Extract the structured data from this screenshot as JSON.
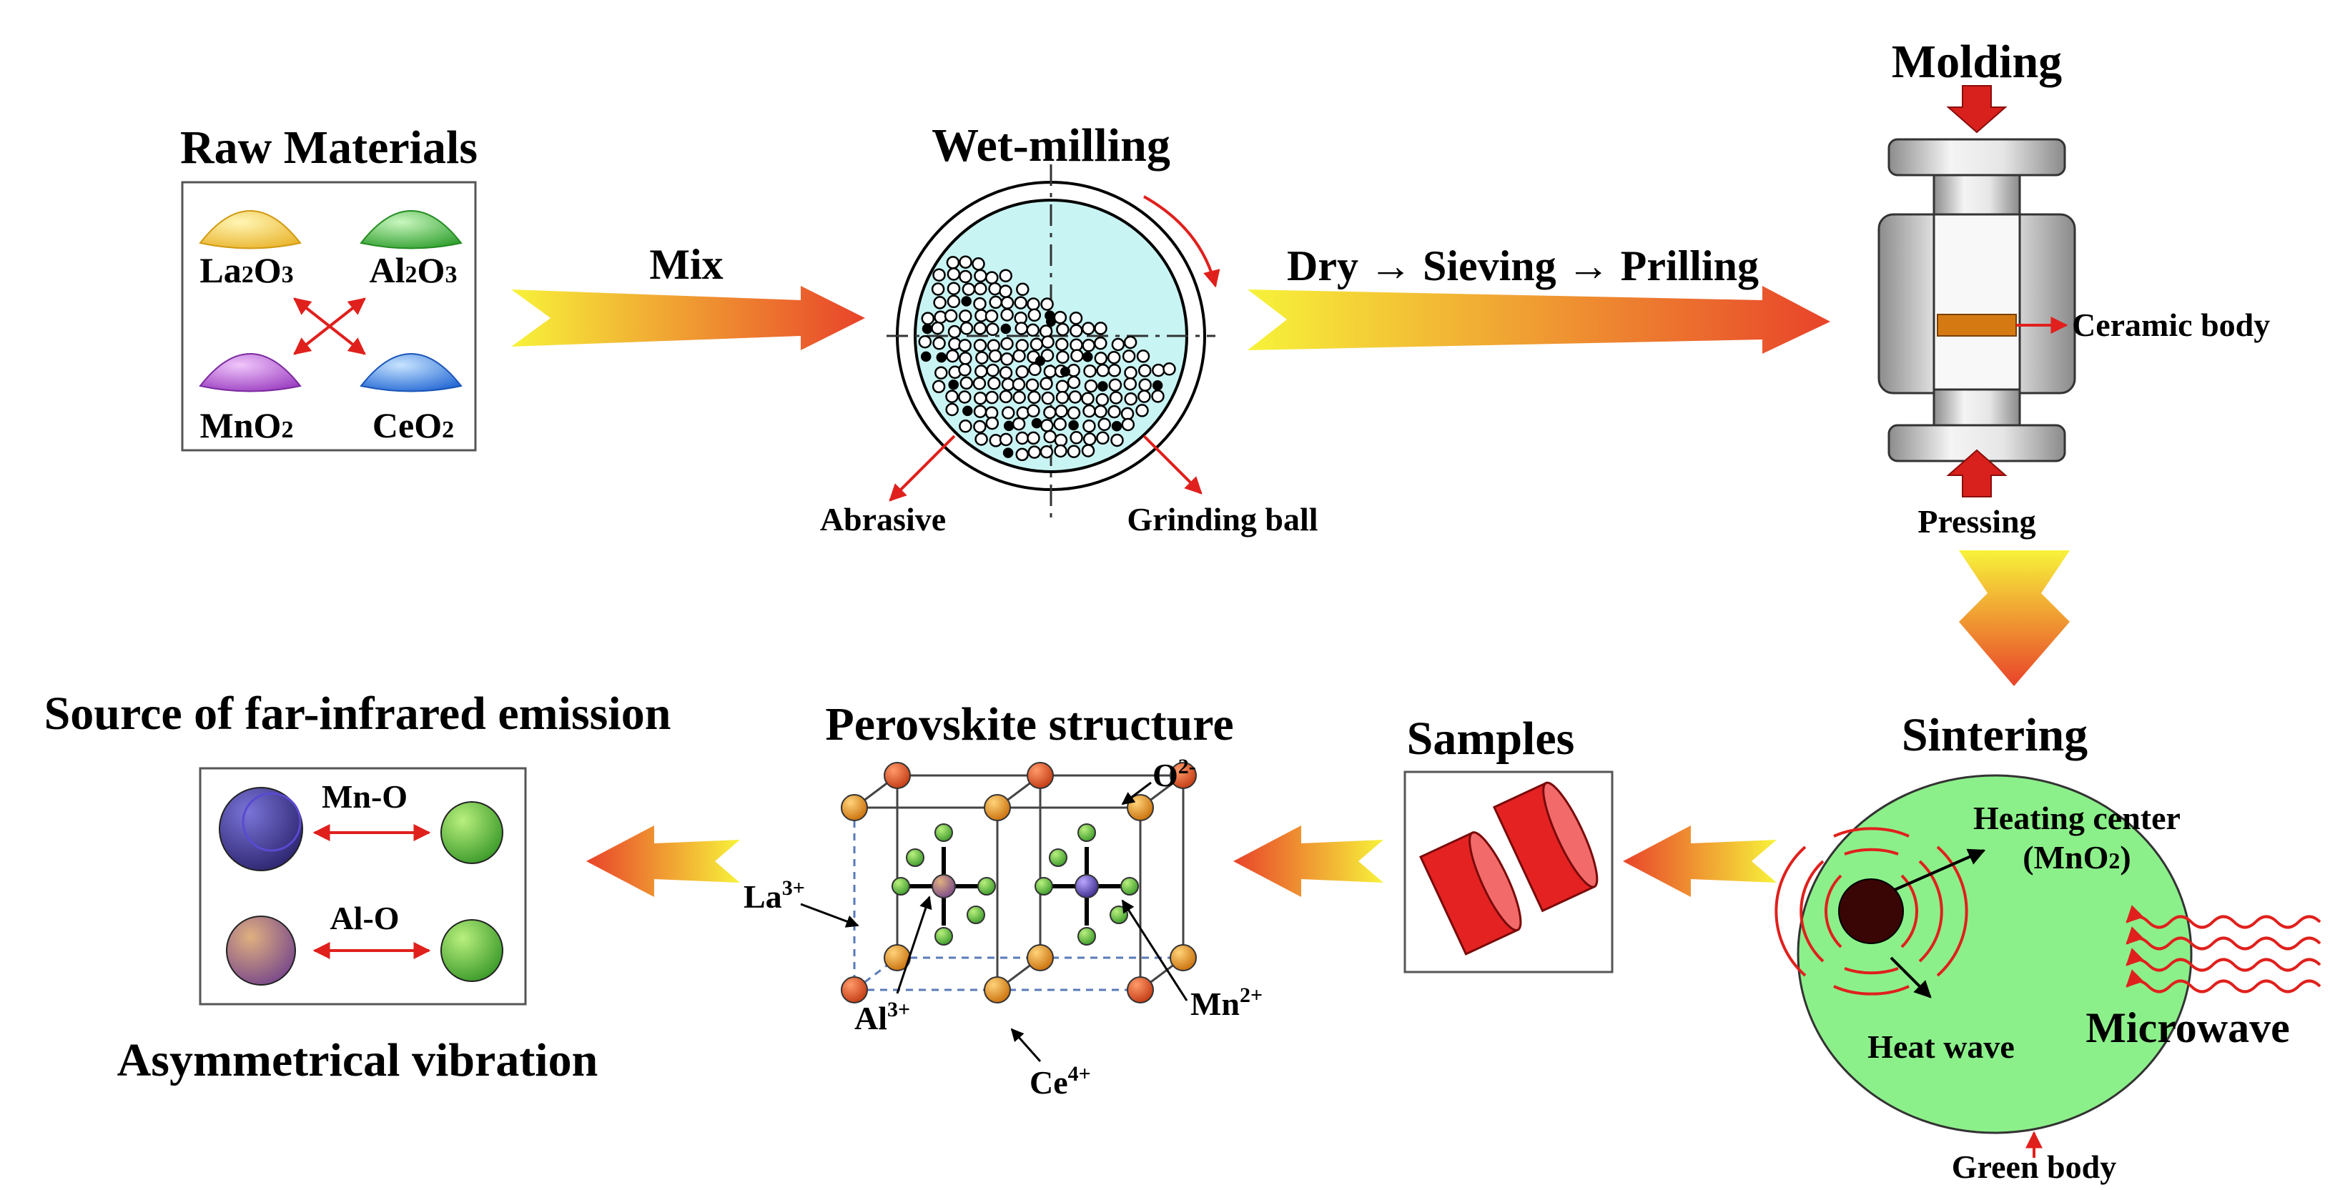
{
  "diagram": {
    "raw_materials": {
      "title": "Raw Materials",
      "items": [
        {
          "formula": "La2O3",
          "base": "La",
          "sub1": "2",
          "mid": "O",
          "sub2": "3",
          "color": "#f2c53a"
        },
        {
          "formula": "Al2O3",
          "base": "Al",
          "sub1": "2",
          "mid": "O",
          "sub2": "3",
          "color": "#4fc24a"
        },
        {
          "formula": "MnO2",
          "base": "MnO",
          "sub1": "2",
          "color": "#b45ad0"
        },
        {
          "formula": "CeO2",
          "base": "CeO",
          "sub1": "2",
          "color": "#3a8fe8"
        }
      ]
    },
    "mix_label": "Mix",
    "wet_milling": {
      "title": "Wet-milling",
      "abrasive_label": "Abrasive",
      "grinding_ball_label": "Grinding ball"
    },
    "process_chain": {
      "step1": "Dry",
      "step2": "Sieving",
      "step3": "Prilling",
      "arrow_glyph": "→"
    },
    "molding": {
      "title": "Molding",
      "ceramic_body_label": "Ceramic body",
      "pressing_label": "Pressing"
    },
    "sintering": {
      "title": "Sintering",
      "heating_center_label": "Heating center",
      "heating_center_formula_pre": "(MnO",
      "heating_center_formula_sub": "2",
      "heating_center_formula_post": ")",
      "heat_wave_label": "Heat wave",
      "microwave_label": "Microwave",
      "green_body_label": "Green body"
    },
    "samples": {
      "title": "Samples"
    },
    "perovskite": {
      "title": "Perovskite structure",
      "o_label": "O",
      "o_charge": "2-",
      "la_label": "La",
      "la_charge": "3+",
      "al_label": "Al",
      "al_charge": "3+",
      "mn_label": "Mn",
      "mn_charge": "2+",
      "ce_label": "Ce",
      "ce_charge": "4+"
    },
    "emission": {
      "title": "Source of far-infrared emission",
      "bond1": "Mn-O",
      "bond2": "Al-O",
      "caption": "Asymmetrical vibration"
    },
    "colors": {
      "flow_arrow_start": "#f7f33a",
      "flow_arrow_end": "#e8432a",
      "accent_red": "#e0201c",
      "mill_fluid": "#c9f4f4",
      "sinter_fill": "#8cf08a",
      "sample_red": "#e52222"
    }
  }
}
